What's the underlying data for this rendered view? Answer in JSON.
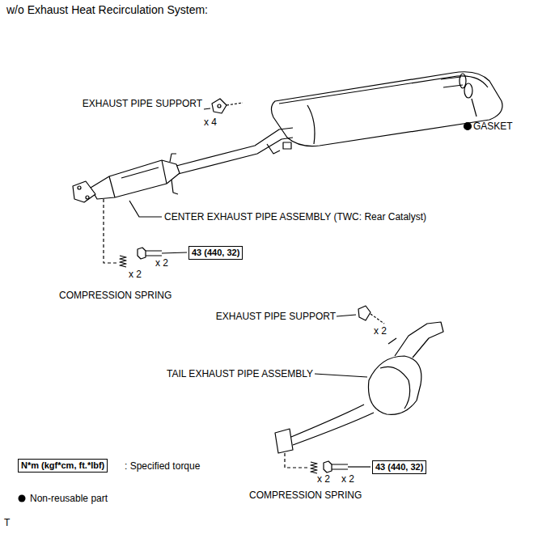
{
  "diagram": {
    "title": "w/o Exhaust Heat Recirculation System:",
    "nodes": [
      {
        "text": [
          "43 (440, 32)"
        ]
      },
      {
        "text": [
          "43 (440, 32)"
        ]
      },
      {
        "text": [
          "N*m (kgf*cm, ft.*lbf)"
        ]
      }
    ],
    "edges": [],
    "labels": [
      "EXHAUST PIPE SUPPORT",
      "x 4",
      "GASKET",
      "CENTER EXHAUST PIPE ASSEMBLY (TWC: Rear Catalyst)",
      "x 2",
      "x 2",
      "COMPRESSION SPRING",
      "EXHAUST PIPE SUPPORT",
      "x 2",
      "TAIL EXHAUST PIPE ASSEMBLY",
      "x 2",
      "x 2",
      "COMPRESSION SPRING",
      ": Specified torque",
      "T"
    ],
    "legend": [
      {
        "text": "Non-reusable part"
      }
    ]
  }
}
